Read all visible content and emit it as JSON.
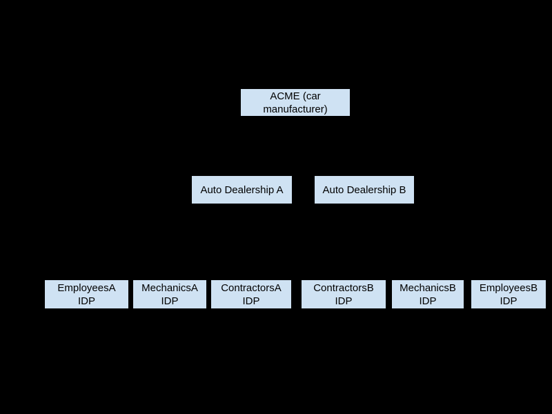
{
  "diagram": {
    "colors": {
      "background": "#000000",
      "node_fill": "#cfe2f3",
      "node_border": "#000000",
      "node_text": "#000000"
    },
    "nodes": [
      {
        "id": "acme",
        "label": "ACME (car\nmanufacturer)"
      },
      {
        "id": "auto-dealership-a",
        "label": "Auto Dealership A"
      },
      {
        "id": "auto-dealership-b",
        "label": "Auto Dealership B"
      },
      {
        "id": "employees-a-idp",
        "label": "EmployeesA\nIDP"
      },
      {
        "id": "mechanics-a-idp",
        "label": "MechanicsA\nIDP"
      },
      {
        "id": "contractors-a-idp",
        "label": "ContractorsA\nIDP"
      },
      {
        "id": "contractors-b-idp",
        "label": "ContractorsB\nIDP"
      },
      {
        "id": "mechanics-b-idp",
        "label": "MechanicsB\nIDP"
      },
      {
        "id": "employees-b-idp",
        "label": "EmployeesB\nIDP"
      }
    ]
  }
}
